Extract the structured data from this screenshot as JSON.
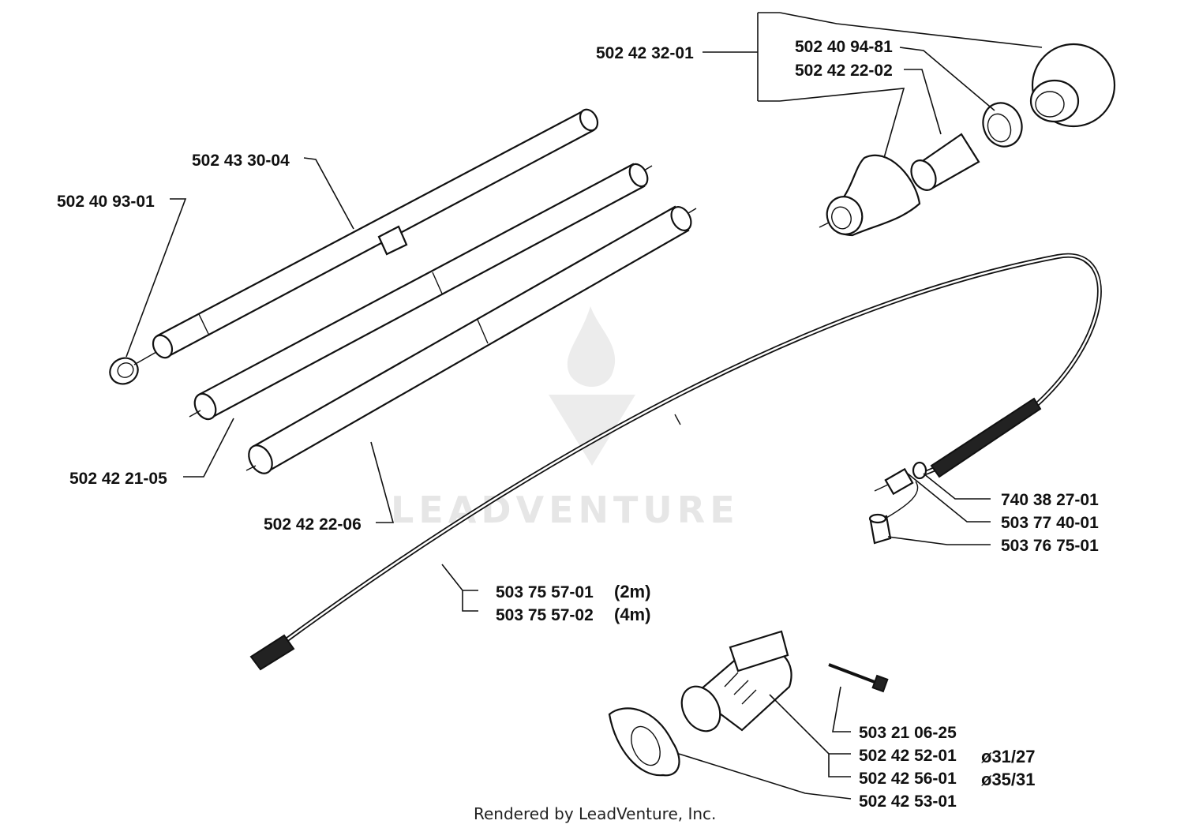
{
  "parts": {
    "p1": "502 42 32-01",
    "p2": "502 40 94-81",
    "p3": "502 42 22-02",
    "p4": "502 43 30-04",
    "p5": "502 40 93-01",
    "p6": "502 42 21-05",
    "p7": "502 42 22-06",
    "p8": "740 38 27-01",
    "p9": "503 77 40-01",
    "p10": "503 76 75-01",
    "p11": "503 75 57-01",
    "p12": "503 75 57-02",
    "p13": "503 21 06-25",
    "p14": "502 42 52-01",
    "p15": "502 42 56-01",
    "p16": "502 42 53-01"
  },
  "notes": {
    "len_2m": "(2m)",
    "len_4m": "(4m)",
    "dia_1": "ø31/27",
    "dia_2": "ø35/31"
  },
  "watermark": "LEADVENTURE",
  "footer": "Rendered by LeadVenture, Inc."
}
